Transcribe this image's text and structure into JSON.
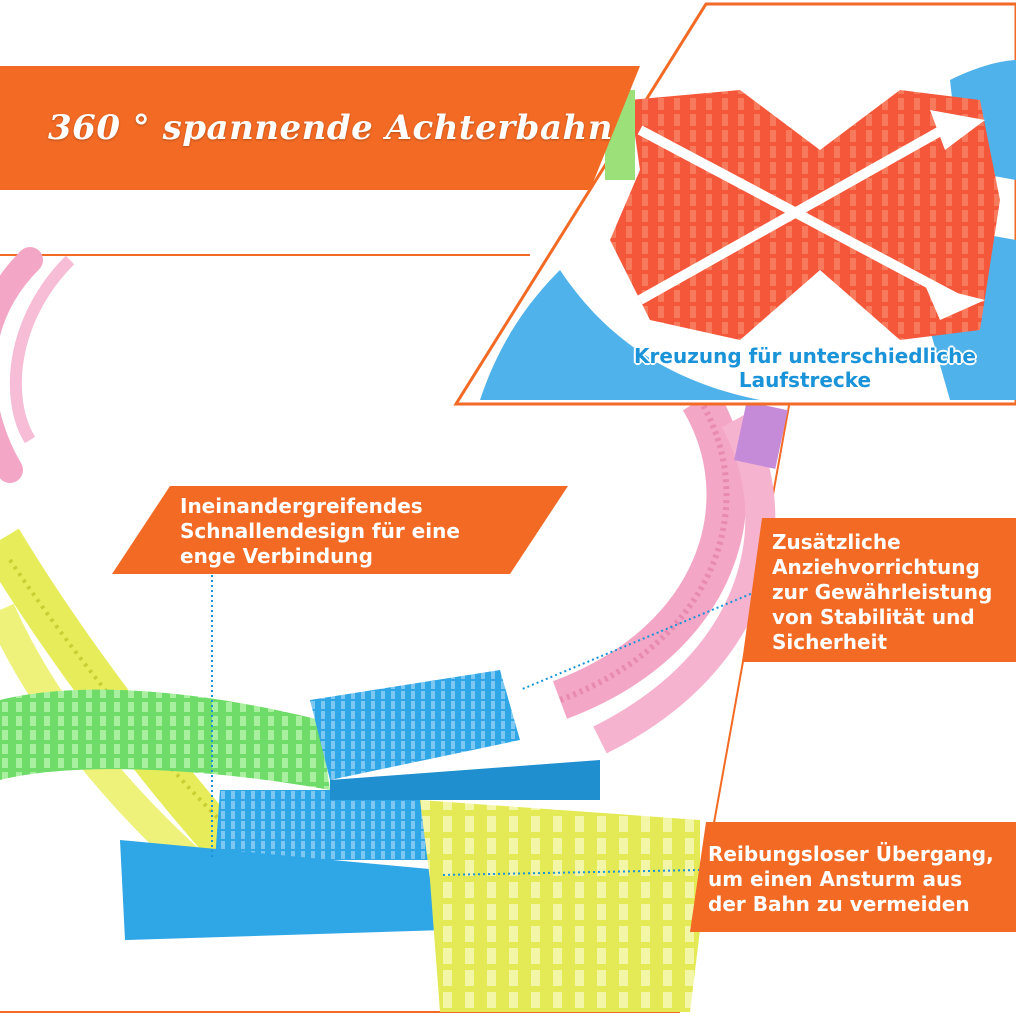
{
  "banner": {
    "title": "360 ° spannende Achterbahn"
  },
  "crossing": {
    "caption_lines": [
      "Kreuzung für unterschiedliche",
      "Laufstrecke"
    ]
  },
  "callouts": {
    "buckle": [
      "Ineinandergreifendes",
      "Schnallendesign für eine",
      "enge Verbindung"
    ],
    "tension": [
      "Zusätzliche",
      "Anziehvorrichtung",
      "zur Gewährleistung",
      "von Stabilität und",
      "Sicherheit"
    ],
    "transition": [
      "Reibungsloser Übergang,",
      "um einen Ansturm aus",
      "der Bahn zu vermeiden"
    ]
  },
  "colors": {
    "accent_orange": "#f26a24",
    "caption_blue": "#1a93d8",
    "track_pink": "#f4a6c6",
    "track_yellow": "#e6ec5a",
    "track_green": "#7fe07a",
    "track_blue": "#2fa6e6",
    "crossing_red": "#f4573a"
  }
}
